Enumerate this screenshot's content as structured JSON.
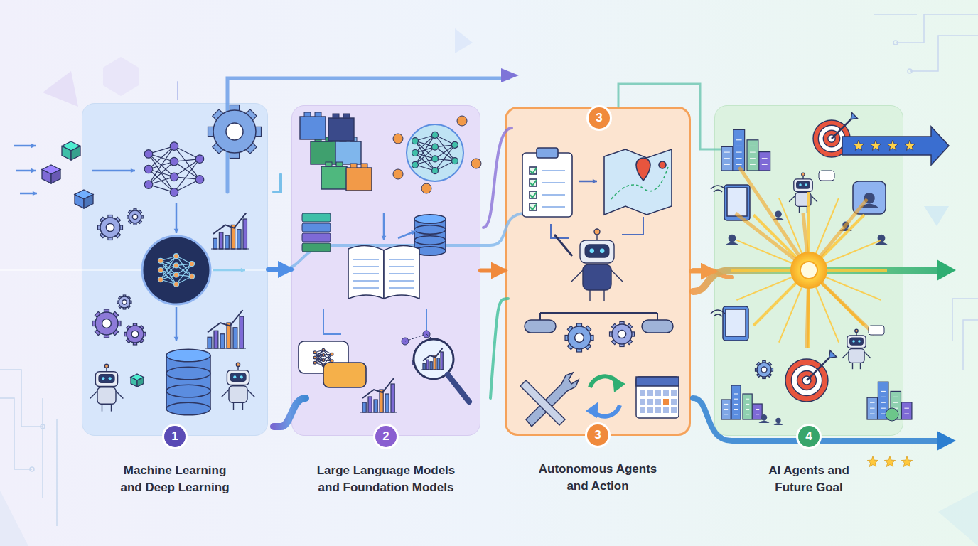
{
  "diagram": {
    "nodes": [
      {
        "text": [
          "1",
          "Machine Learning and Deep Learning"
        ]
      },
      {
        "text": [
          "2",
          "Large Language Models and Foundation Models"
        ]
      },
      {
        "text": [
          "3",
          "3",
          "Autonomous Agents and Action"
        ]
      },
      {
        "text": [
          "4",
          "AI Agents and Future Goal"
        ]
      }
    ],
    "edges": [
      {
        "from": 0,
        "to": 1,
        "arrow": "to"
      },
      {
        "from": 1,
        "to": 2,
        "arrow": "to"
      },
      {
        "from": 2,
        "to": 3,
        "arrow": "to"
      }
    ]
  }
}
